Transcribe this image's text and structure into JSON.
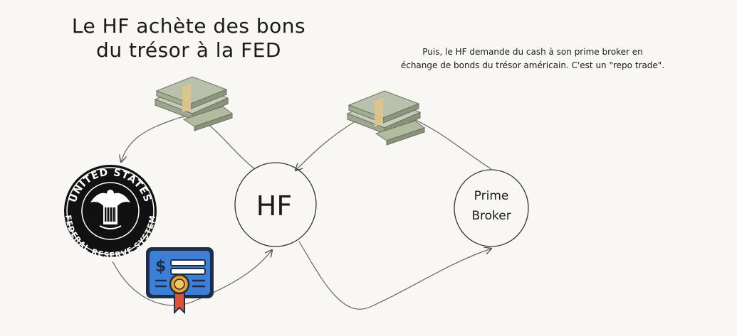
{
  "title": {
    "line1": "Le HF achète des bons",
    "line2": "du trésor à la FED"
  },
  "note": {
    "line1": "Puis, le HF demande du cash à son prime broker en",
    "line2": "échange de bonds du trésor américain. C'est un \"repo trade\"."
  },
  "nodes": {
    "hf": "HF",
    "prime_broker_line1": "Prime",
    "prime_broker_line2": "Broker"
  },
  "fed_seal": {
    "top_text": "UNITED STATES",
    "bottom_text": "FEDERAL RESERVE SYSTEM"
  },
  "certificate": {
    "symbol": "$"
  },
  "icons": [
    "cash-stack-icon",
    "fed-seal-icon",
    "bond-certificate-icon"
  ],
  "colors": {
    "background": "#f8f7f3",
    "stroke": "#1a1a1a",
    "certificate_blue": "#3b7fd6",
    "certificate_dark": "#1f2d4a",
    "ribbon_orange": "#f0a12c",
    "ribbon_red": "#e0533b",
    "cash_green": "#a8b39a"
  }
}
